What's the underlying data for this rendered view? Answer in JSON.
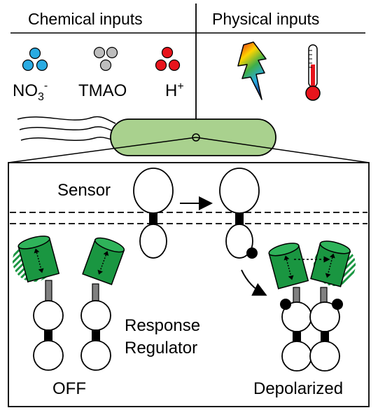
{
  "headers": {
    "chemical": "Chemical inputs",
    "physical": "Physical inputs"
  },
  "chemical_inputs": [
    {
      "name": "nitrate",
      "base": "NO",
      "sub": "3",
      "sup": "-",
      "color": "#29abe2"
    },
    {
      "name": "tmao",
      "label": "TMAO",
      "color": "#bdbdbd"
    },
    {
      "name": "proton",
      "base": "H",
      "sup": "+",
      "color": "#e8141c"
    }
  ],
  "physical_inputs": [
    {
      "name": "lightning-icon",
      "meaning": "electrical"
    },
    {
      "name": "thermometer-icon",
      "meaning": "temperature"
    }
  ],
  "labels": {
    "sensor": "Sensor",
    "response_line1": "Response",
    "response_line2": "Regulator",
    "off": "OFF",
    "depolarized": "Depolarized"
  },
  "colors": {
    "cell_fill": "#a9d18e",
    "cell_stroke": "#4a7a2a",
    "domain_green": "#1a9641",
    "domain_dark": "#0f6b2c",
    "membrane": "#000000"
  }
}
